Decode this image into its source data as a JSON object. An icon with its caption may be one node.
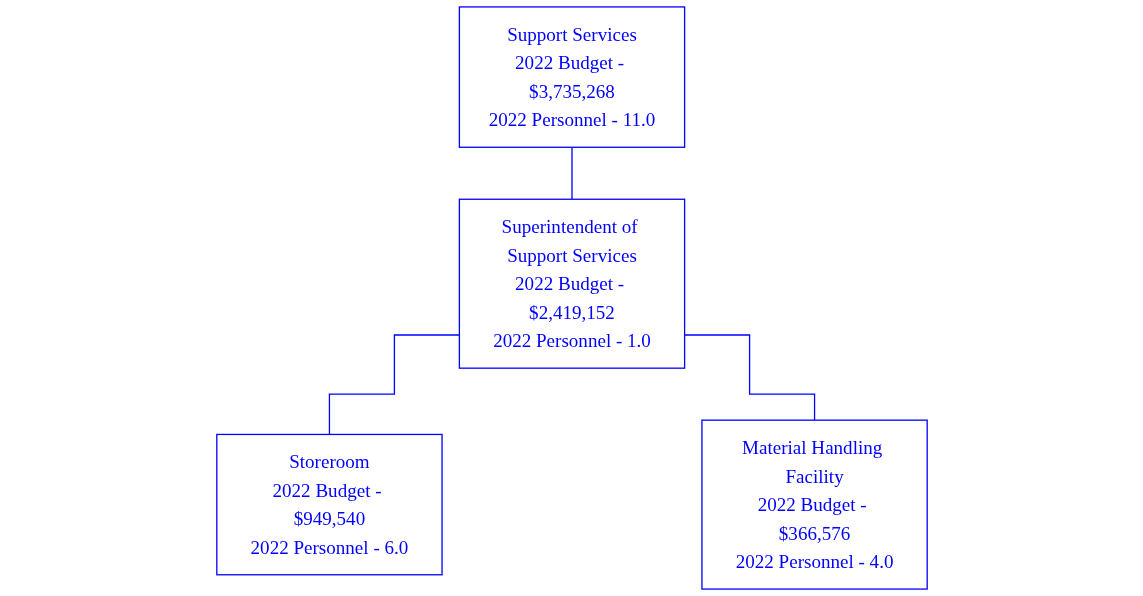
{
  "diagram": {
    "nodes": [
      {
        "text": [
          "Support Services",
          "2022 Budget - $3,735,268",
          "2022 Personnel - 11.0"
        ]
      },
      {
        "text": [
          "Superintendent of Support Services",
          "2022 Budget - $2,419,152",
          "2022 Personnel - 1.0"
        ]
      },
      {
        "text": [
          "Storeroom",
          "2022 Budget - $949,540",
          "2022 Personnel - 6.0"
        ]
      },
      {
        "text": [
          "Material Handling Facility",
          "2022 Budget - $366,576",
          "2022 Personnel - 4.0"
        ]
      }
    ],
    "edges": [
      {
        "from": 0,
        "to": 1,
        "arrow": "none"
      },
      {
        "from": 1,
        "to": 2,
        "arrow": "none"
      },
      {
        "from": 1,
        "to": 3,
        "arrow": "none"
      }
    ]
  }
}
